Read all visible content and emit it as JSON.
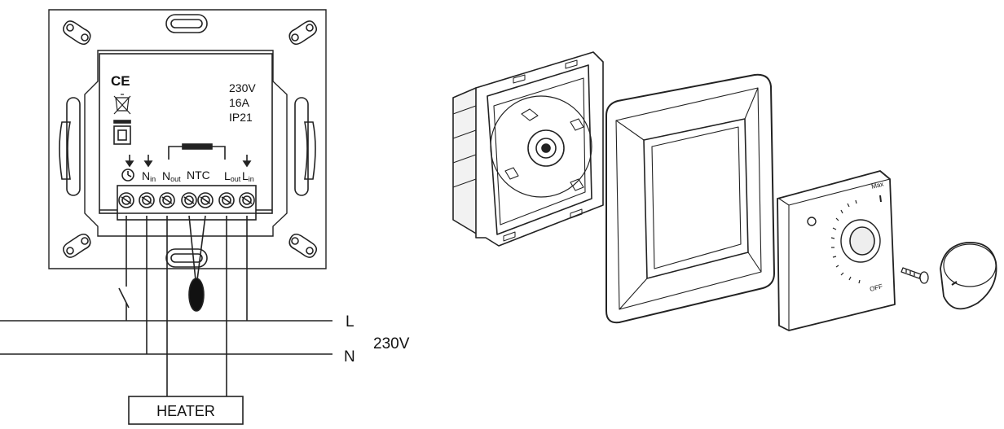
{
  "specs": {
    "ce_mark": "CE",
    "voltage": "230V",
    "current": "16A",
    "ip_rating": "IP21"
  },
  "terminals": {
    "n_base": "N",
    "in_sub": "in",
    "out_sub": "out",
    "ntc": "NTC",
    "l_base": "L"
  },
  "mains": {
    "line_label": "L",
    "neutral_label": "N",
    "voltage_label": "230V"
  },
  "load": {
    "label": "HEATER"
  },
  "knob": {
    "max_label": "Max",
    "off_label": "OFF"
  },
  "icons": {
    "clock": "clock-icon",
    "weee": "crossed-bin-icon",
    "double_insulation": "double-insulation-icon",
    "sensor": "ntc-sensor-icon"
  }
}
